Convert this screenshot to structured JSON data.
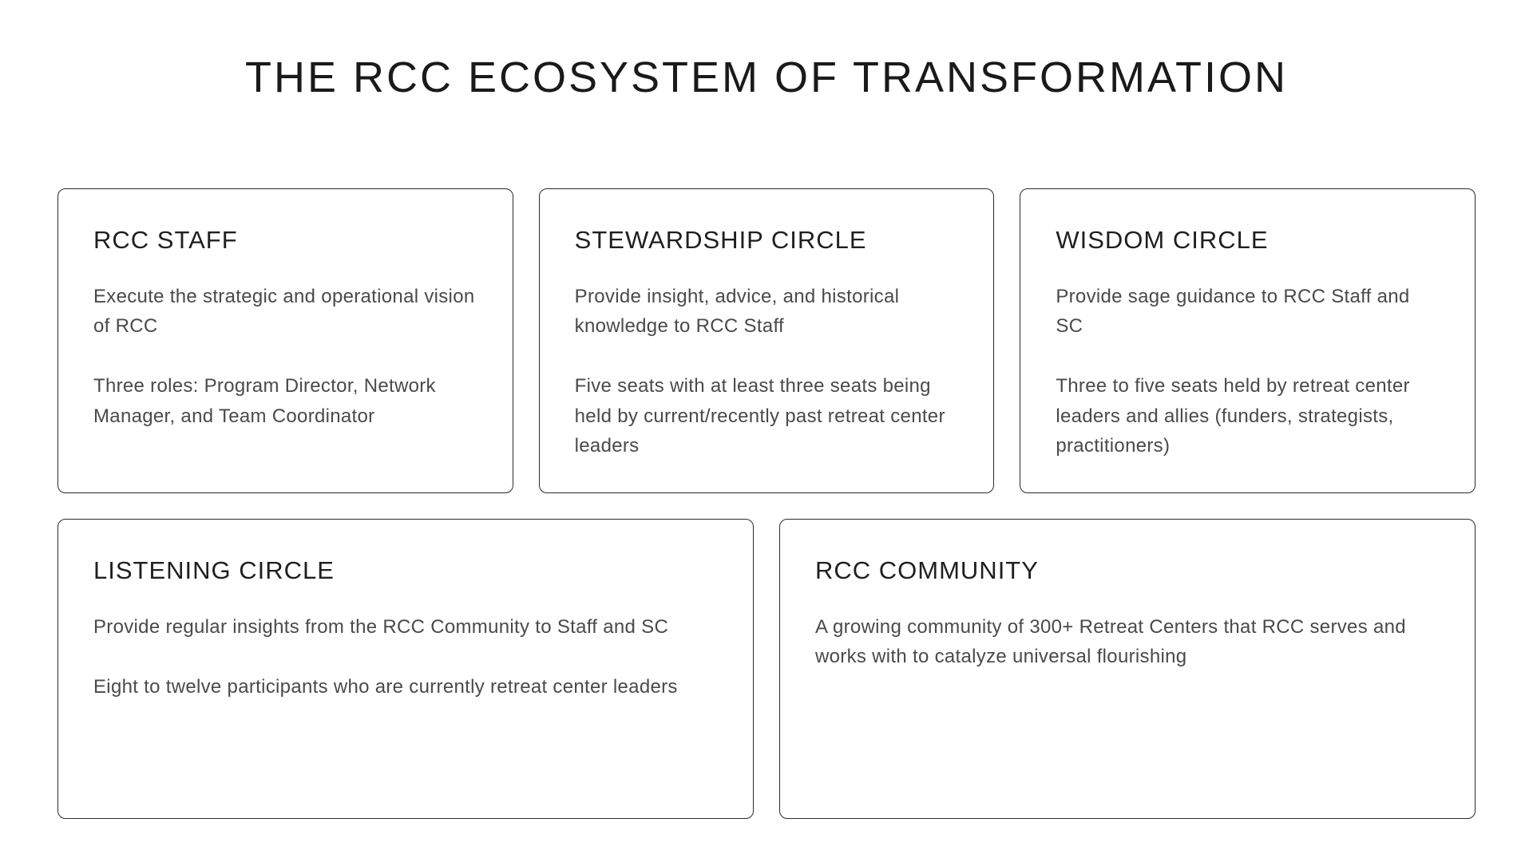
{
  "title": "THE RCC ECOSYSTEM OF TRANSFORMATION",
  "colors": {
    "background": "#ffffff",
    "border": "#2b2b2b",
    "heading_text": "#1f1f1f",
    "body_text": "#4a4a4a"
  },
  "cards": [
    {
      "title": "RCC STAFF",
      "paragraphs": [
        "Execute the strategic and operational vision of RCC",
        "Three roles: Program Director, Network Manager, and Team Coordinator"
      ]
    },
    {
      "title": "STEWARDSHIP CIRCLE",
      "paragraphs": [
        "Provide insight, advice, and historical knowledge to RCC Staff",
        "Five seats with at least three seats being held by current/recently past retreat center leaders"
      ]
    },
    {
      "title": "WISDOM CIRCLE",
      "paragraphs": [
        "Provide sage guidance to RCC Staff and SC",
        "Three to five seats held by retreat center leaders and allies (funders, strategists, practitioners)"
      ]
    },
    {
      "title": "LISTENING CIRCLE",
      "paragraphs": [
        "Provide regular insights from the RCC Community to Staff and SC",
        "Eight to twelve participants who are currently retreat center leaders"
      ]
    },
    {
      "title": "RCC COMMUNITY",
      "paragraphs": [
        "A growing community of 300+ Retreat Centers that RCC serves and works with to catalyze universal flourishing"
      ]
    }
  ]
}
